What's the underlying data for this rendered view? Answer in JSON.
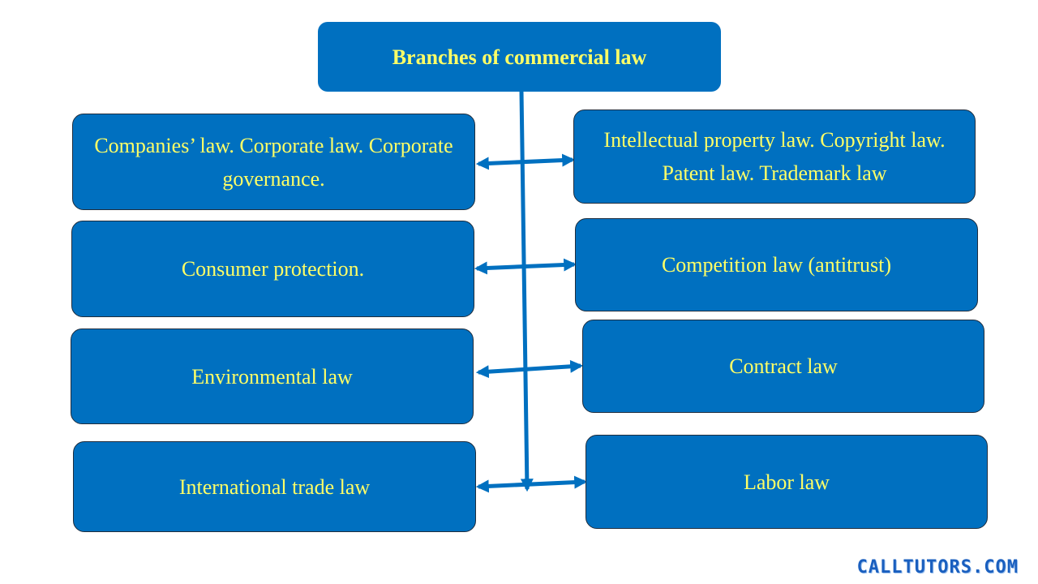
{
  "title": "Branches of commercial law",
  "left": [
    "Companies’ law. Corporate law. Corporate governance.",
    "Consumer protection.",
    "Environmental law",
    "International trade law"
  ],
  "right": [
    "Intellectual property law. Copyright law. Patent law. Trademark law",
    "Competition law (antitrust)",
    "Contract law",
    "Labor law"
  ],
  "watermark": "CALLTUTORS.COM",
  "colors": {
    "box": "#0070c0",
    "text": "#ffff66",
    "arrow": "#0070c0",
    "watermark": "#1a5fbf"
  }
}
